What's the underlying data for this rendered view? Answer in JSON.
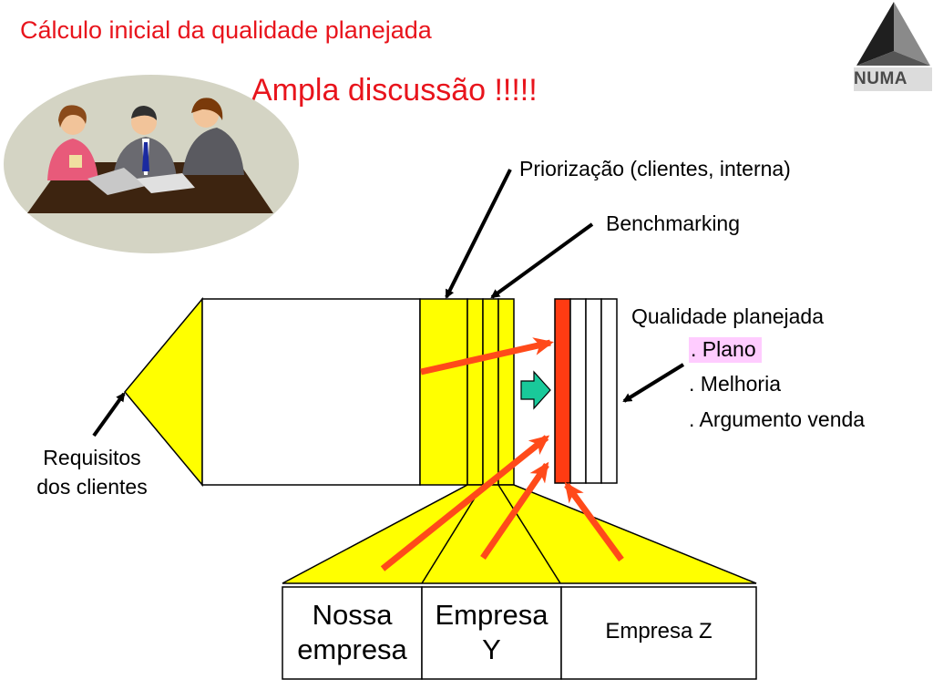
{
  "title": "Cálculo inicial da qualidade planejada",
  "subtitle": "Ampla discussão !!!!!",
  "logo": {
    "text": "NUMA"
  },
  "labels": {
    "priorizacao": "Priorização (clientes, interna)",
    "benchmarking": "Benchmarking",
    "qualidade_planejada": "Qualidade planejada",
    "plano": ". Plano",
    "melhoria": ". Melhoria",
    "argumento_venda": ". Argumento venda",
    "requisitos_line1": "Requisitos",
    "requisitos_line2": "dos clientes"
  },
  "companies": {
    "nossa_line1": "Nossa",
    "nossa_line2": "empresa",
    "empresa_y_line1": "Empresa",
    "empresa_y_line2": "Y",
    "empresa_z": "Empresa Z"
  },
  "colors": {
    "title_red": "#e8141c",
    "yellow": "#ffff00",
    "arrow_red": "#ff4a1a",
    "planned_red": "#ff3b12",
    "green_arrow": "#19c99a",
    "highlight_pink": "#ffccff"
  }
}
